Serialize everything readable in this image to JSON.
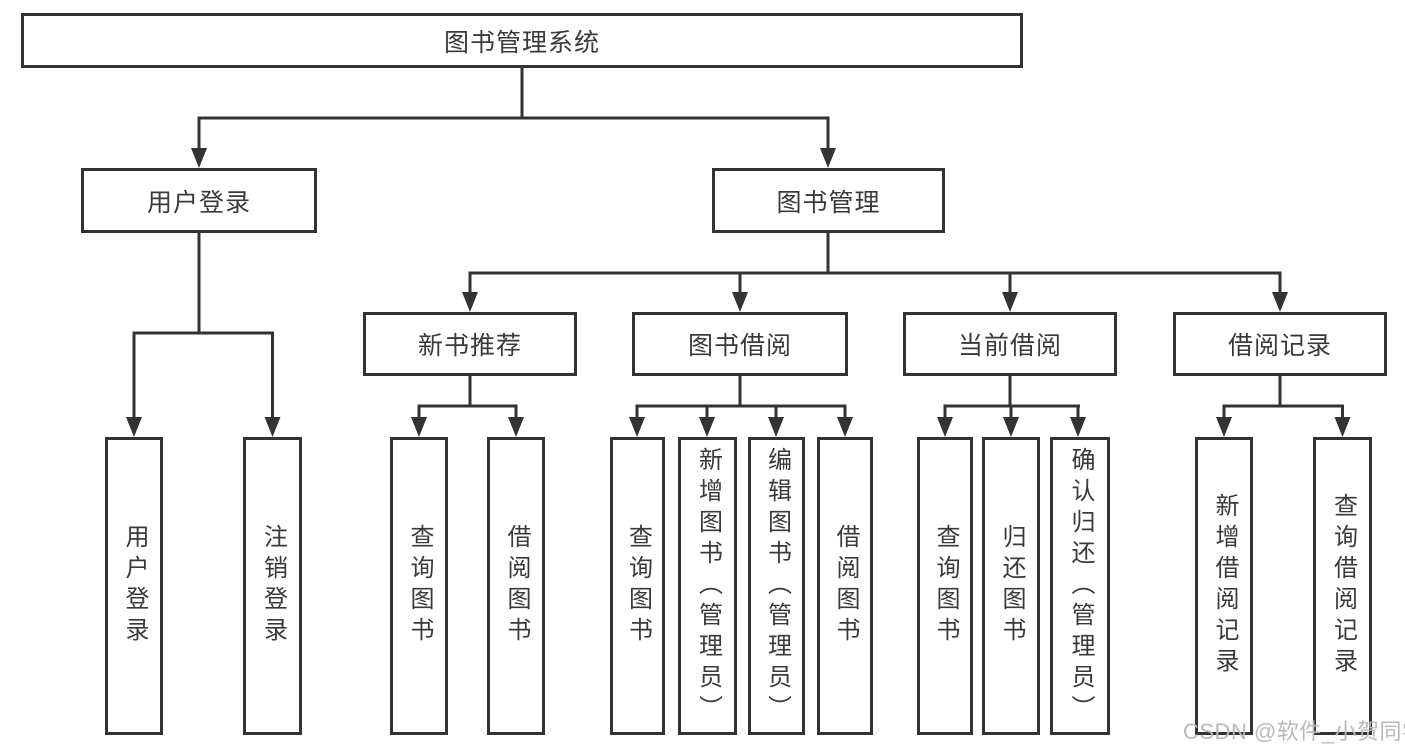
{
  "diagram": {
    "type": "hierarchy-tree",
    "tree": {
      "label": "图书管理系统",
      "children": [
        {
          "label": "用户登录",
          "children": [
            {
              "label": "用户登录"
            },
            {
              "label": "注销登录"
            }
          ]
        },
        {
          "label": "图书管理",
          "children": [
            {
              "label": "新书推荐",
              "children": [
                {
                  "label": "查询图书"
                },
                {
                  "label": "借阅图书"
                }
              ]
            },
            {
              "label": "图书借阅",
              "children": [
                {
                  "label": "查询图书"
                },
                {
                  "label": "新增图书（管理员）"
                },
                {
                  "label": "编辑图书（管理员）"
                },
                {
                  "label": "借阅图书"
                }
              ]
            },
            {
              "label": "当前借阅",
              "children": [
                {
                  "label": "查询图书"
                },
                {
                  "label": "归还图书"
                },
                {
                  "label": "确认归还（管理员）"
                }
              ]
            },
            {
              "label": "借阅记录",
              "children": [
                {
                  "label": "新增借阅记录"
                },
                {
                  "label": "查询借阅记录"
                }
              ]
            }
          ]
        }
      ]
    },
    "colors": {
      "line": "#333333",
      "box_border": "#333333",
      "box_fill": "#ffffff",
      "text": "#3a3a3a",
      "background": "#ffffff"
    }
  },
  "watermark": {
    "text": "CSDN @软件_小贺同学",
    "color": "#b9b9b9"
  }
}
